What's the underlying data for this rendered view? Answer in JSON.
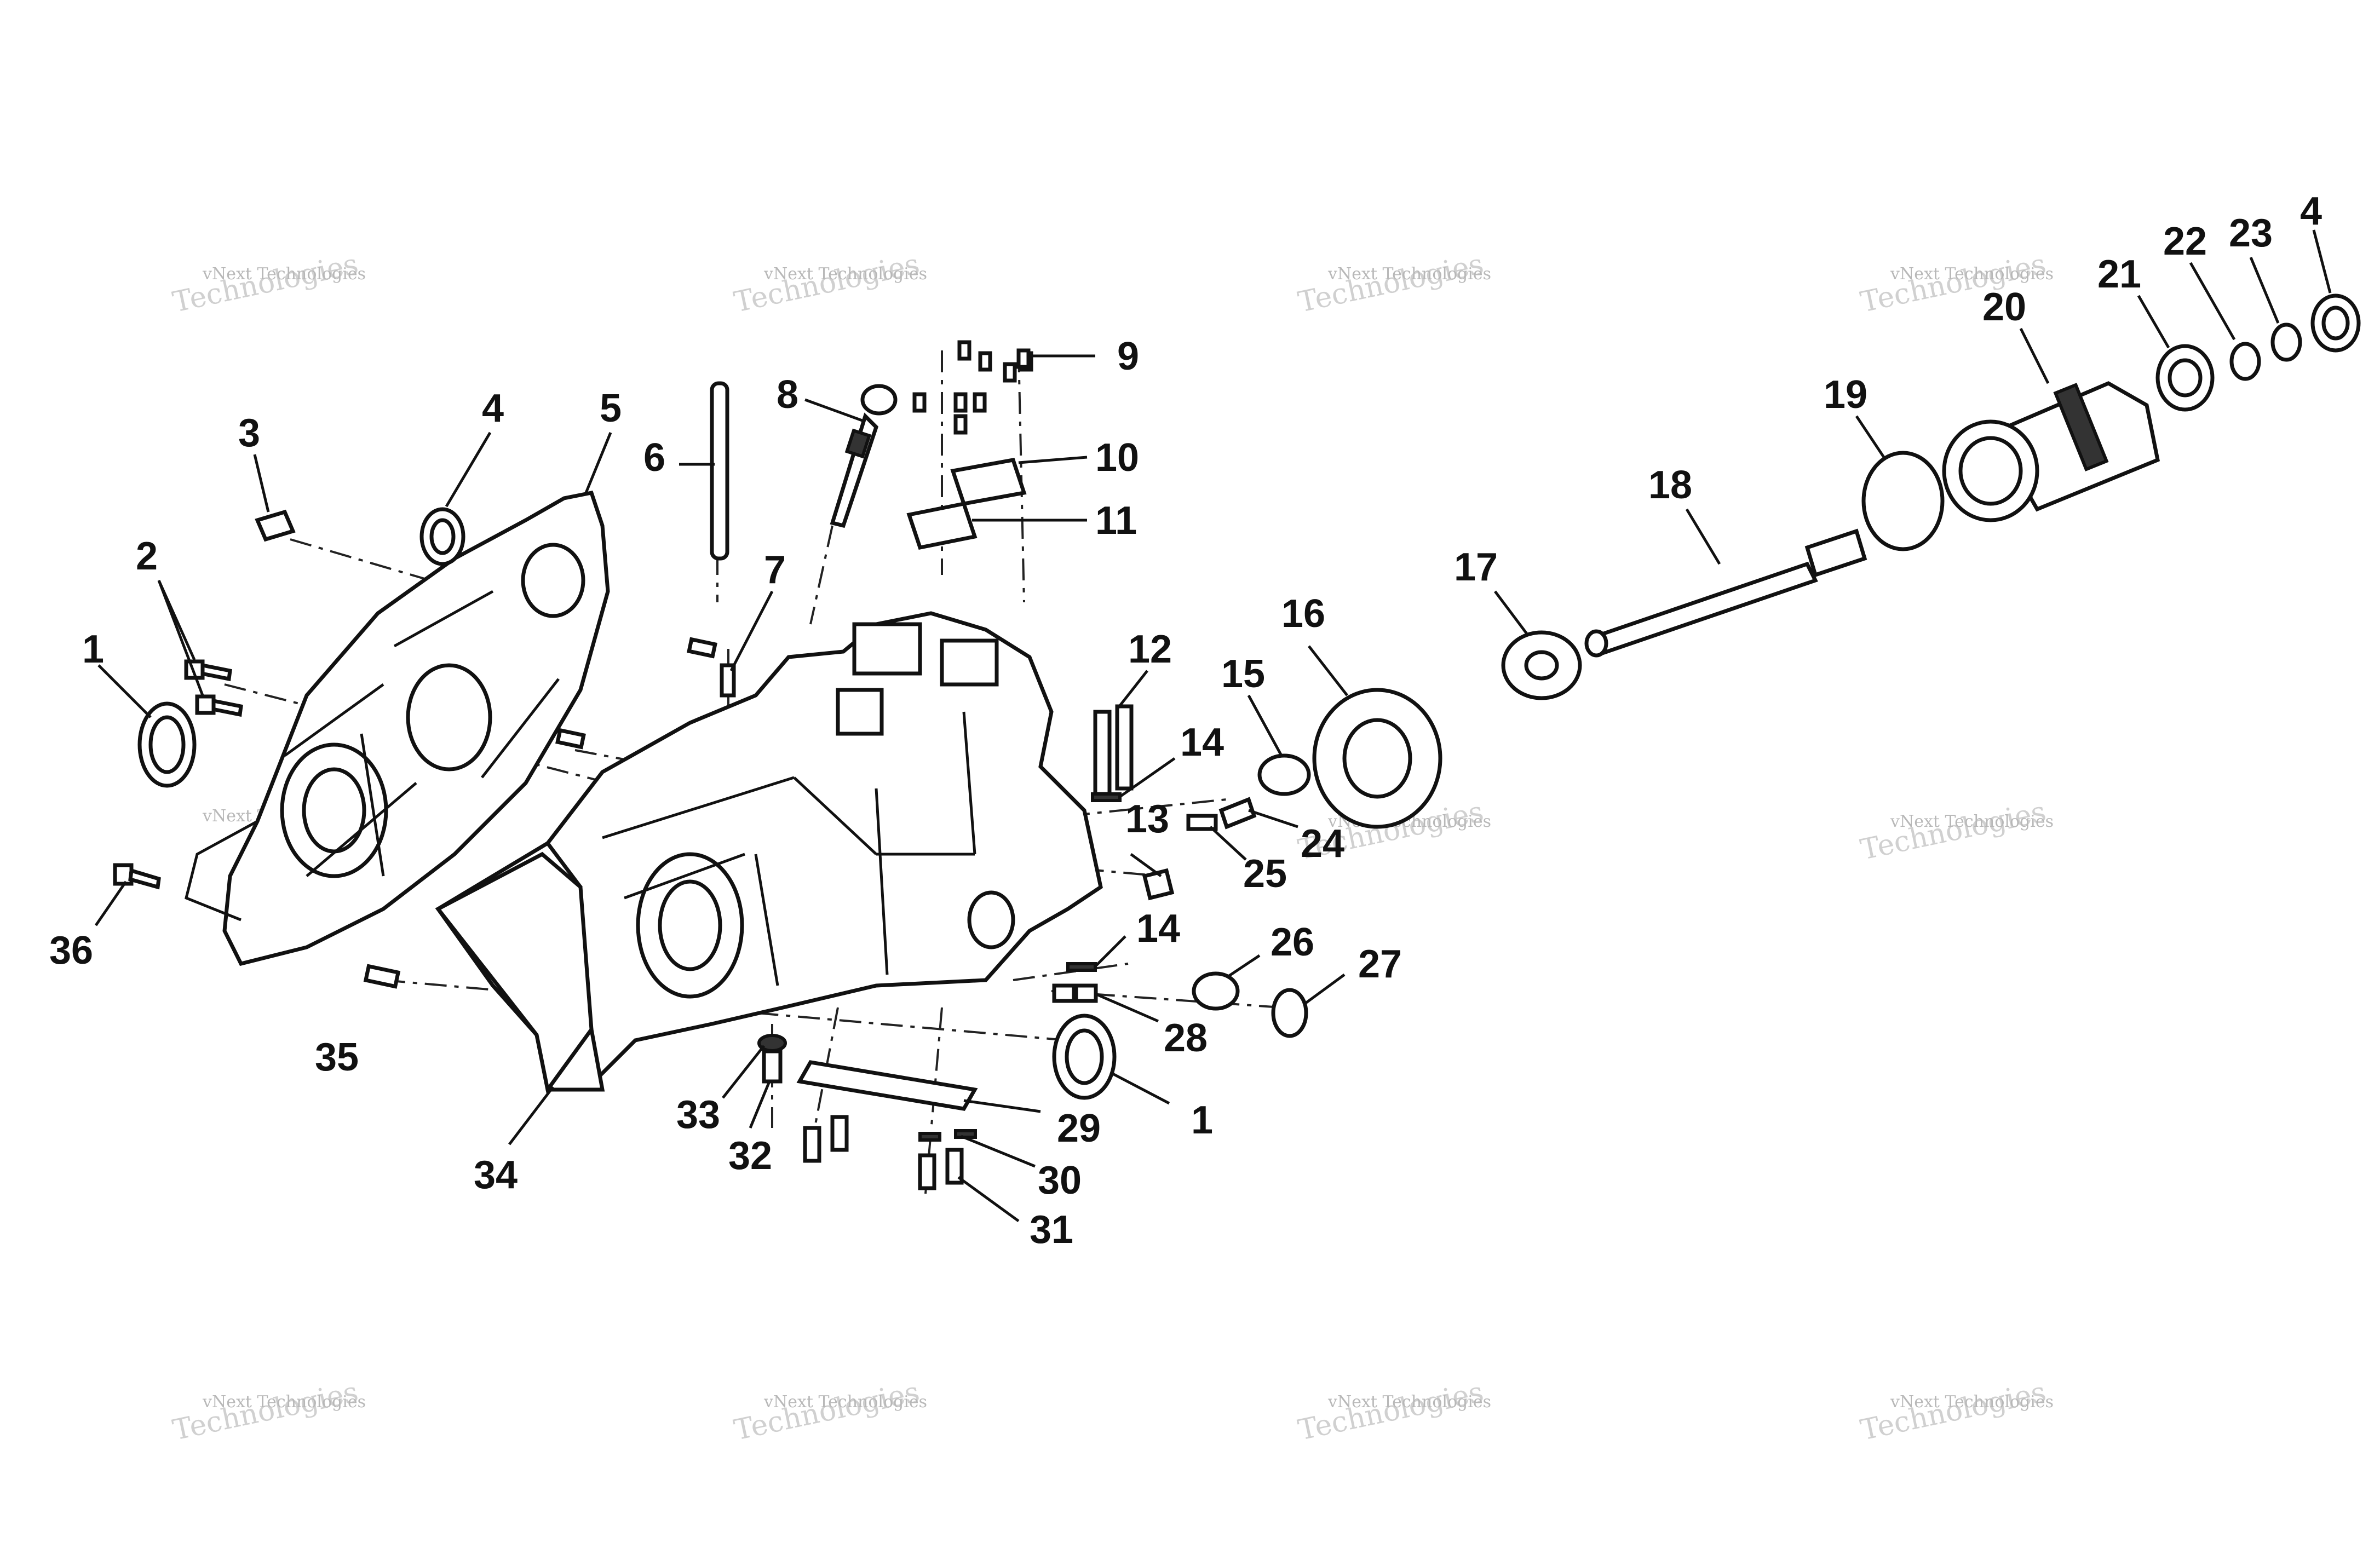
{
  "watermark": {
    "line1": "vNext Technologies",
    "line2": "Technologies",
    "top": "vNext"
  },
  "callouts": [
    "1",
    "2",
    "3",
    "4",
    "5",
    "6",
    "7",
    "8",
    "9",
    "10",
    "11",
    "12",
    "13",
    "14",
    "15",
    "16",
    "17",
    "18",
    "19",
    "20",
    "21",
    "22",
    "23",
    "24",
    "25",
    "26",
    "27",
    "28",
    "29",
    "30",
    "31",
    "32",
    "33",
    "34",
    "35",
    "36"
  ],
  "callouts_repeated": {
    "one_lower": "1",
    "four_upper": "4",
    "fourteen_lower": "14"
  }
}
